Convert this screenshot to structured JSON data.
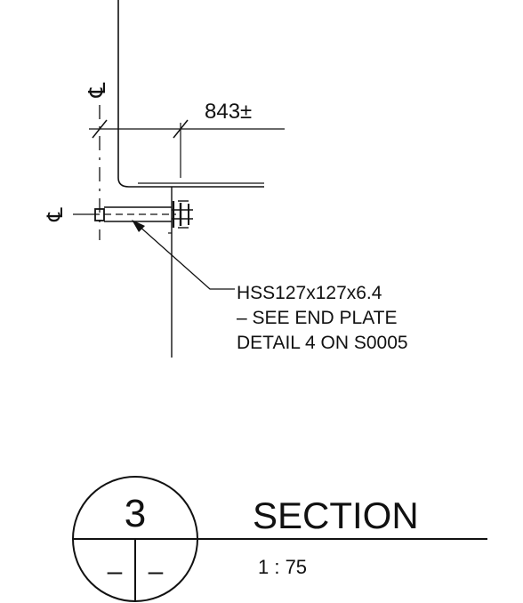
{
  "drawing": {
    "centerline_symbol_top": "℄",
    "centerline_symbol_left": "℄",
    "dimension_text": "843±",
    "callout_lines": [
      "HSS127x127x6.4",
      "– SEE END PLATE",
      "DETAIL 4 ON S0005"
    ]
  },
  "title_block": {
    "detail_number": "3",
    "sheet_ref_left": "–",
    "sheet_ref_right": "–",
    "title": "SECTION",
    "scale": "1 : 75"
  }
}
